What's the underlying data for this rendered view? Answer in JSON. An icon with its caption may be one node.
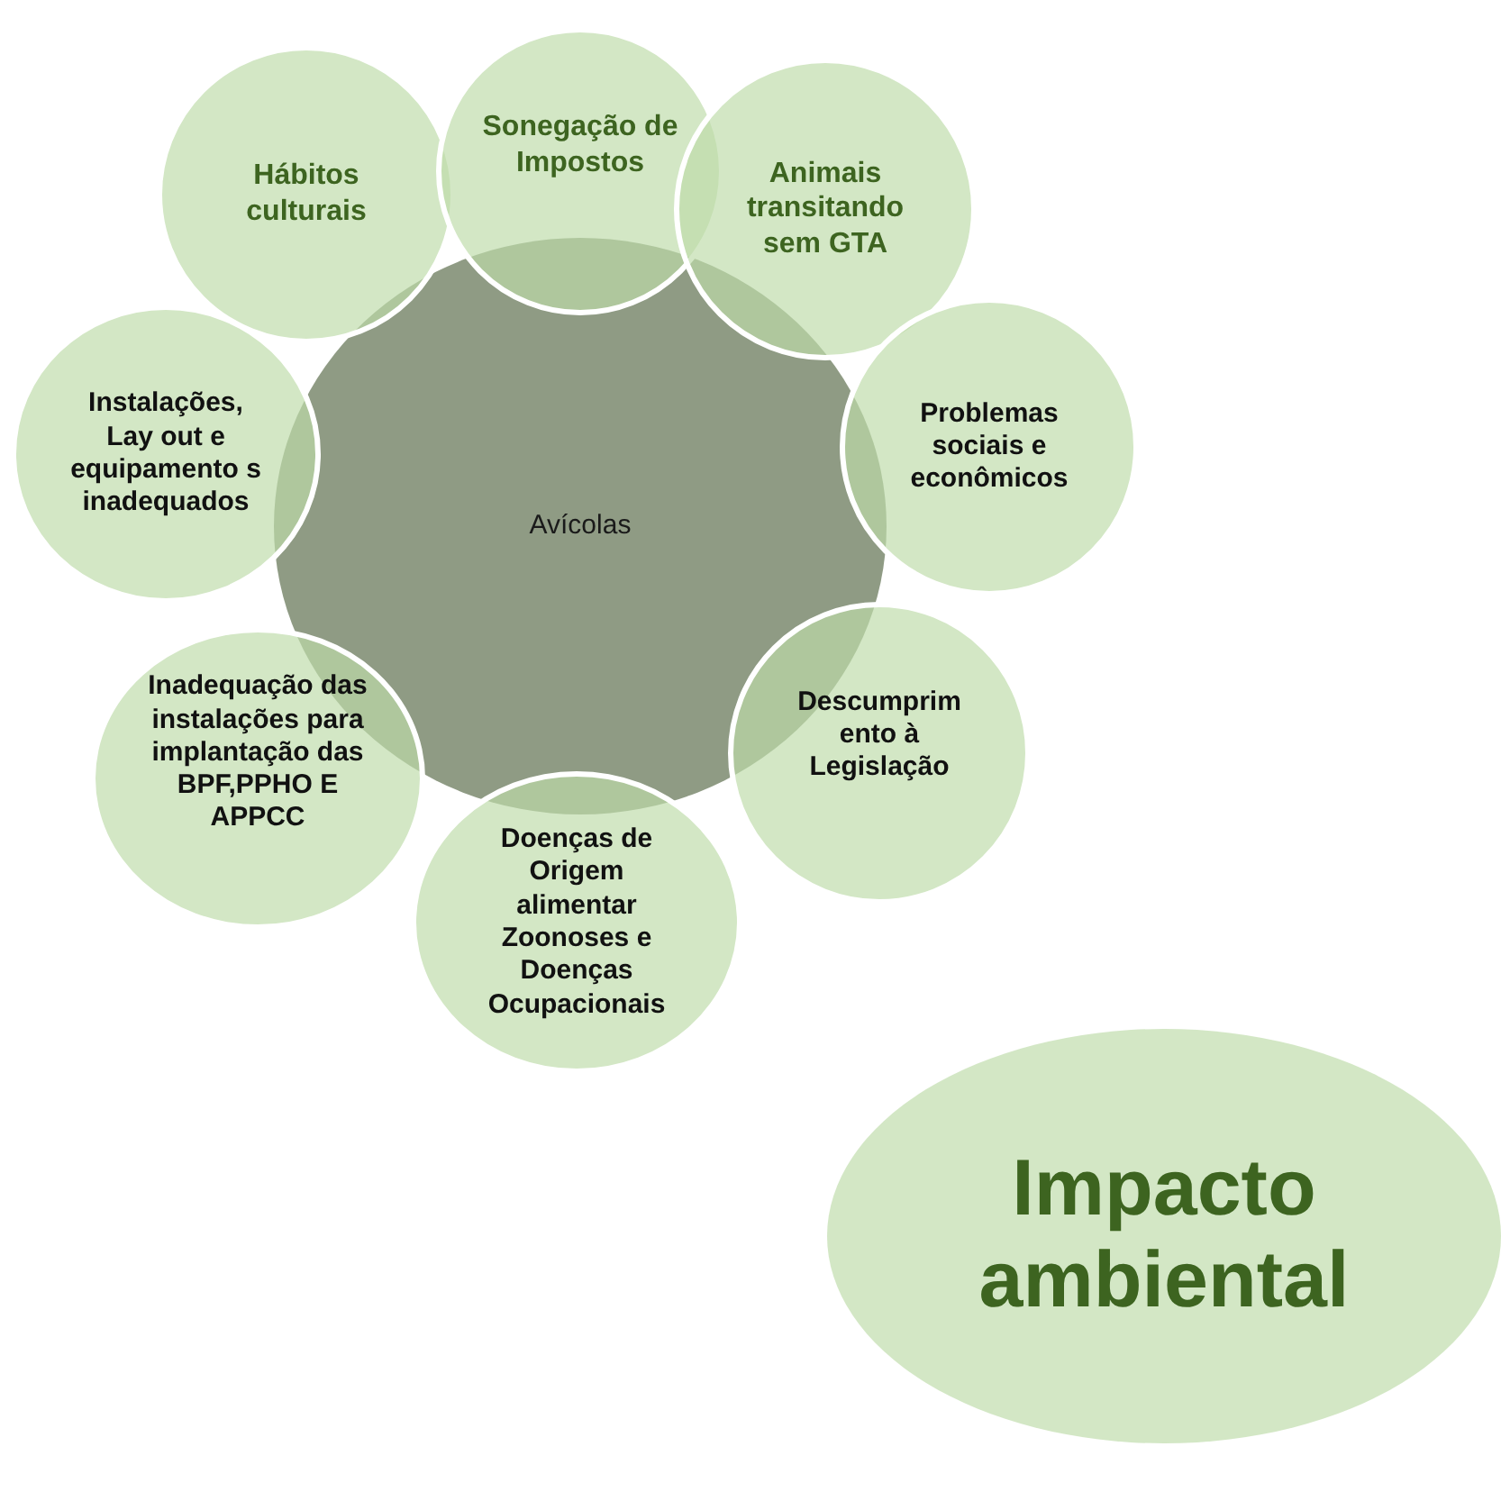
{
  "diagram": {
    "nodes": [
      {
        "text": [
          "Avícolas"
        ]
      },
      {
        "text": [
          "Hábitos culturais"
        ]
      },
      {
        "text": [
          "Sonegação de Impostos"
        ]
      },
      {
        "text": [
          "Animais transitando sem GTA"
        ]
      },
      {
        "text": [
          "Problemas sociais e econômicos"
        ]
      },
      {
        "text": [
          "Descumprim ento à Legislação"
        ]
      },
      {
        "text": [
          "Doenças de Origem alimentar Zoonoses e Doenças Ocupacionais"
        ]
      },
      {
        "text": [
          "Inadequação das instalações para implantação das BPF,PPHO E APPCC"
        ]
      },
      {
        "text": [
          "Instalações, Lay out e equipamento s inadequados"
        ]
      },
      {
        "text": [
          "Impacto ambiental"
        ]
      }
    ]
  }
}
